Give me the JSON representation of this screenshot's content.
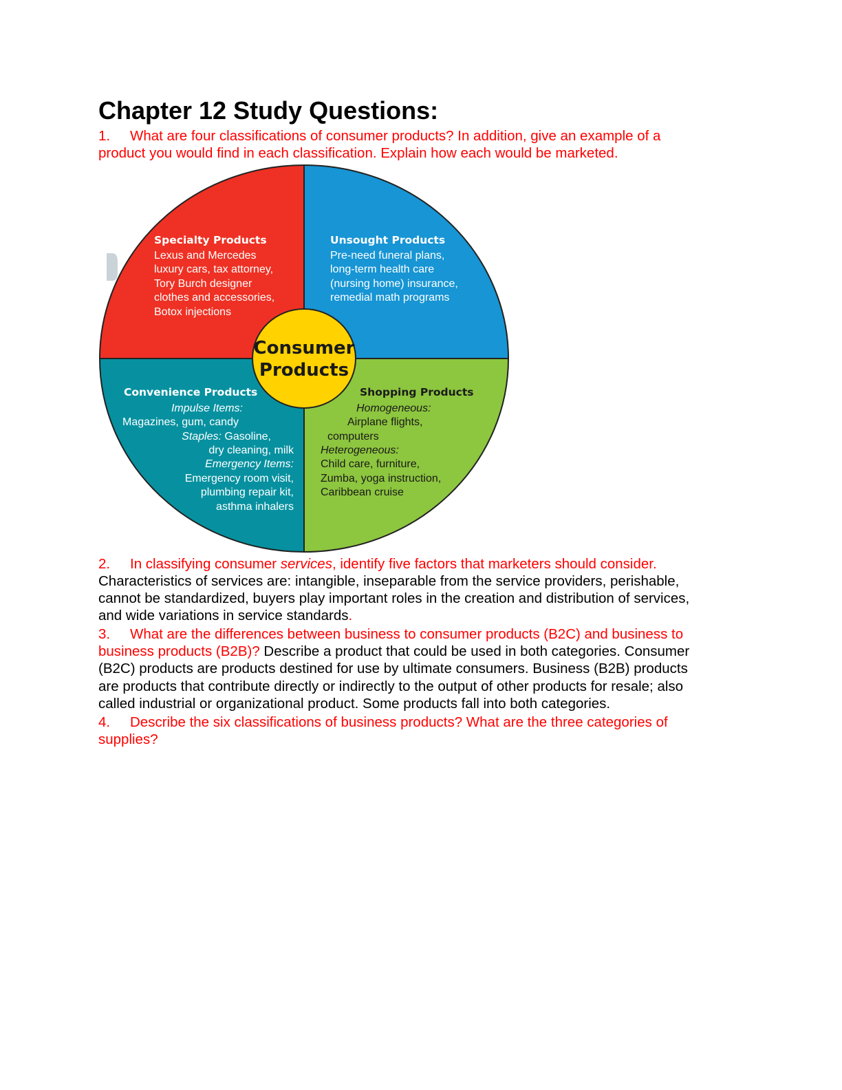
{
  "title": "Chapter 12 Study Questions:",
  "q1": {
    "number": "1.",
    "lines": [
      "What are four classifications of consumer products? In addition, give an example of a",
      "product you would find in each classification. Explain how each would be marketed."
    ]
  },
  "diagram": {
    "center": [
      "Consumer",
      "Products"
    ],
    "colors": {
      "specialty": "#ee3124",
      "unsought": "#1795d4",
      "convenience": "#0791a0",
      "shopping": "#8dc63f",
      "center": "#ffd200"
    },
    "specialty": {
      "heading": "Specialty Products",
      "lines": [
        "Lexus and Mercedes",
        "luxury cars, tax attorney,",
        "Tory Burch designer",
        "clothes and accessories,",
        "Botox injections"
      ]
    },
    "unsought": {
      "heading": "Unsought Products",
      "lines": [
        "Pre-need funeral plans,",
        "long-term health care",
        "(nursing home) insurance,",
        "remedial math programs"
      ]
    },
    "convenience": {
      "heading": "Convenience Products",
      "impulse_label": "Impulse Items:",
      "impulse": "Magazines, gum, candy",
      "staples_label": "Staples:",
      "staples_1": "Gasoline,",
      "staples_2": "dry cleaning, milk",
      "emergency_label": "Emergency Items:",
      "emergency": [
        "Emergency room visit,",
        "plumbing repair kit,",
        "asthma inhalers"
      ]
    },
    "shopping": {
      "heading": "Shopping Products",
      "homogeneous_label": "Homogeneous:",
      "homogeneous": [
        "Airplane flights,",
        "computers"
      ],
      "heterogeneous_label": "Heterogeneous:",
      "heterogeneous": [
        "Child care, furniture,",
        "Zumba, yoga instruction,",
        "Caribbean cruise"
      ]
    }
  },
  "q2": {
    "number": "2.",
    "pre": "In classifying consumer ",
    "em": "services",
    "post": ", identify five factors that marketers should consider.",
    "answer": [
      "Characteristics of services are: intangible, inseparable from the service providers, perishable,",
      "cannot be standardized, buyers play important roles in the creation and distribution of services,",
      "and wide variations in service standards"
    ],
    "answer_end": "."
  },
  "q3": {
    "number": "3.",
    "q_line1": "What are the differences between business to consumer products (B2C) and business to",
    "q_line2": "business products (B2B)?",
    "a_line2": " Describe a product that could be used in both categories. Consumer",
    "answer": [
      "(B2C) products are products destined for use by ultimate consumers. Business (B2B) products",
      "are products that contribute directly or indirectly to the output of other products for resale; also",
      "called industrial or organizational product. Some products fall into both categories."
    ]
  },
  "q4": {
    "number": "4.",
    "lines": [
      "Describe the six classifications of business products? What are the three categories of",
      "supplies?"
    ]
  }
}
